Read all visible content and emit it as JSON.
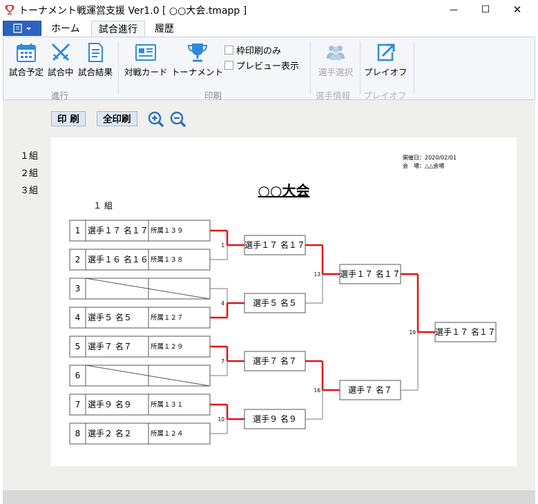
{
  "window": {
    "title": "トーナメント戦運営支援  Ver1.0 [ ○○大会.tmapp ]",
    "minimize_glyph": "—",
    "maximize_glyph": "☐",
    "close_glyph": "✕"
  },
  "menu_tabs": [
    {
      "label": "ホーム"
    },
    {
      "label": "試合進行"
    },
    {
      "label": "履歴"
    }
  ],
  "ribbon": {
    "progress_buttons": [
      {
        "label": "試合予定",
        "icon": "calendar-icon"
      },
      {
        "label": "試合中",
        "icon": "crossed-swords-icon"
      },
      {
        "label": "試合結果",
        "icon": "document-icon"
      }
    ],
    "progress_group": "進行",
    "print_buttons": [
      {
        "label": "対戦カード",
        "icon": "id-card-icon"
      },
      {
        "label": "トーナメント",
        "icon": "trophy-icon"
      }
    ],
    "checkboxes": [
      {
        "label": "枠印刷のみ",
        "checked": false
      },
      {
        "label": "プレビュー表示",
        "checked": false
      }
    ],
    "print_group": "印刷",
    "player_select": {
      "label": "選手選択",
      "icon": "people-icon",
      "enabled": false
    },
    "player_group": "選手情報",
    "playoff": {
      "label": "プレイオフ",
      "icon": "export-icon"
    },
    "playoff_group": "プレイオフ"
  },
  "toolbar": {
    "print_label": "印 刷",
    "print_all_label": "全印刷",
    "zoom_in_icon": "zoom-in-icon",
    "zoom_out_icon": "zoom-out-icon"
  },
  "groups": [
    "１組",
    "２組",
    "３組"
  ],
  "document": {
    "date_line": "開催日：2020/02/01",
    "venue_line": "会　場：△△会場",
    "title": "○○大会",
    "group_label": "１ 組",
    "entries": [
      {
        "seed": "1",
        "name": "選手１７ 名１７",
        "club": "所属１３９",
        "bye": false
      },
      {
        "seed": "2",
        "name": "選手１６ 名１６",
        "club": "所属１３８",
        "bye": false
      },
      {
        "seed": "3",
        "name": "",
        "club": "",
        "bye": true
      },
      {
        "seed": "4",
        "name": "選手５ 名５",
        "club": "所属１２７",
        "bye": false
      },
      {
        "seed": "5",
        "name": "選手７ 名７",
        "club": "所属１２９",
        "bye": false
      },
      {
        "seed": "6",
        "name": "",
        "club": "",
        "bye": true
      },
      {
        "seed": "7",
        "name": "選手９ 名９",
        "club": "所属１３１",
        "bye": false
      },
      {
        "seed": "8",
        "name": "選手２ 名２",
        "club": "所属１２４",
        "bye": false
      }
    ],
    "round1": [
      {
        "match": "1",
        "winner": "選手１７ 名１７"
      },
      {
        "match": "4",
        "winner": "選手５ 名５"
      },
      {
        "match": "7",
        "winner": "選手７ 名７"
      },
      {
        "match": "10",
        "winner": "選手９ 名９"
      }
    ],
    "round2": [
      {
        "match": "13",
        "winner": "選手１７ 名１７"
      },
      {
        "match": "16",
        "winner": "選手７ 名７"
      }
    ],
    "final": {
      "match": "19",
      "winner": "選手１７ 名１７"
    },
    "colors": {
      "win_line": "#e81010",
      "line": "#777777"
    }
  }
}
